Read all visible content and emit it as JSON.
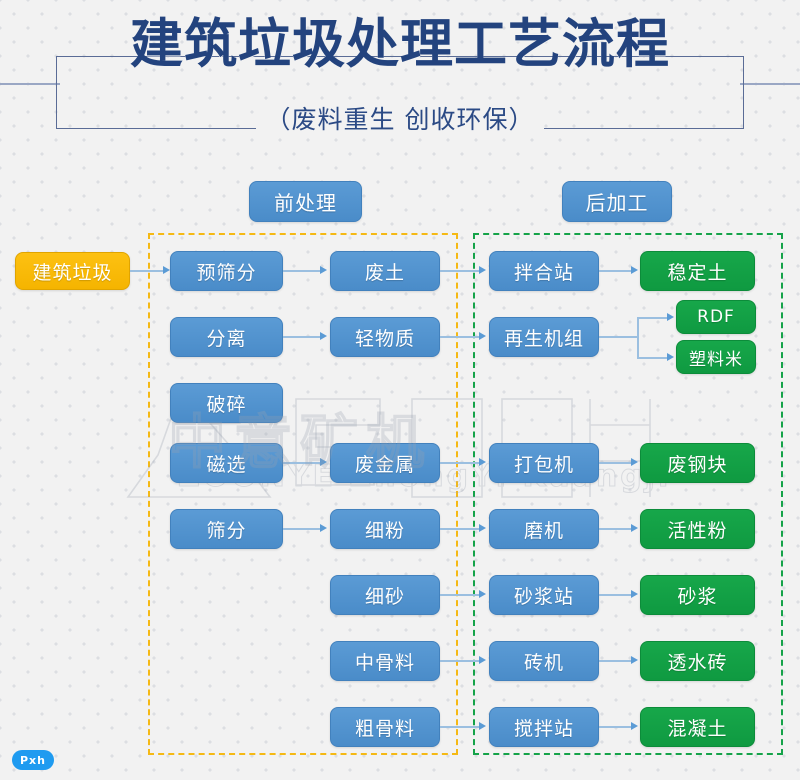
{
  "header": {
    "title": "建筑垃圾处理工艺流程",
    "subtitle": "（废料重生  创收环保）"
  },
  "zones": {
    "pre": {
      "label": "前处理",
      "border_color": "#f5b914"
    },
    "post": {
      "label": "后加工",
      "border_color": "#15a349"
    }
  },
  "colors": {
    "blue": "#5b9bd5",
    "green": "#17a74a",
    "orange": "#fdc112",
    "connector": "#9bbfe0",
    "title": "#23437e",
    "background": "#f2f2f2"
  },
  "source": {
    "label": "建筑垃圾"
  },
  "nodes": {
    "pre_ops": [
      {
        "label": "预筛分"
      },
      {
        "label": "分离"
      },
      {
        "label": "破碎"
      },
      {
        "label": "磁选"
      },
      {
        "label": "筛分"
      }
    ],
    "intermediates": [
      {
        "label": "废土"
      },
      {
        "label": "轻物质"
      },
      {
        "label": "废金属"
      },
      {
        "label": "细粉"
      },
      {
        "label": "细砂"
      },
      {
        "label": "中骨料"
      },
      {
        "label": "粗骨料"
      }
    ],
    "post_ops": [
      {
        "label": "拌合站"
      },
      {
        "label": "再生机组"
      },
      {
        "label": "打包机"
      },
      {
        "label": "磨机"
      },
      {
        "label": "砂浆站"
      },
      {
        "label": "砖机"
      },
      {
        "label": "搅拌站"
      }
    ],
    "products": [
      {
        "label": "稳定土"
      },
      {
        "label": "RDF"
      },
      {
        "label": "塑料米"
      },
      {
        "label": "废钢块"
      },
      {
        "label": "活性粉"
      },
      {
        "label": "砂浆"
      },
      {
        "label": "透水砖"
      },
      {
        "label": "混凝土"
      }
    ]
  },
  "watermark": {
    "brand_cn": "中意矿机",
    "brand_en": "ZOONYE  ZhongYi Kuangji"
  },
  "badge": {
    "label": "Pxh"
  }
}
